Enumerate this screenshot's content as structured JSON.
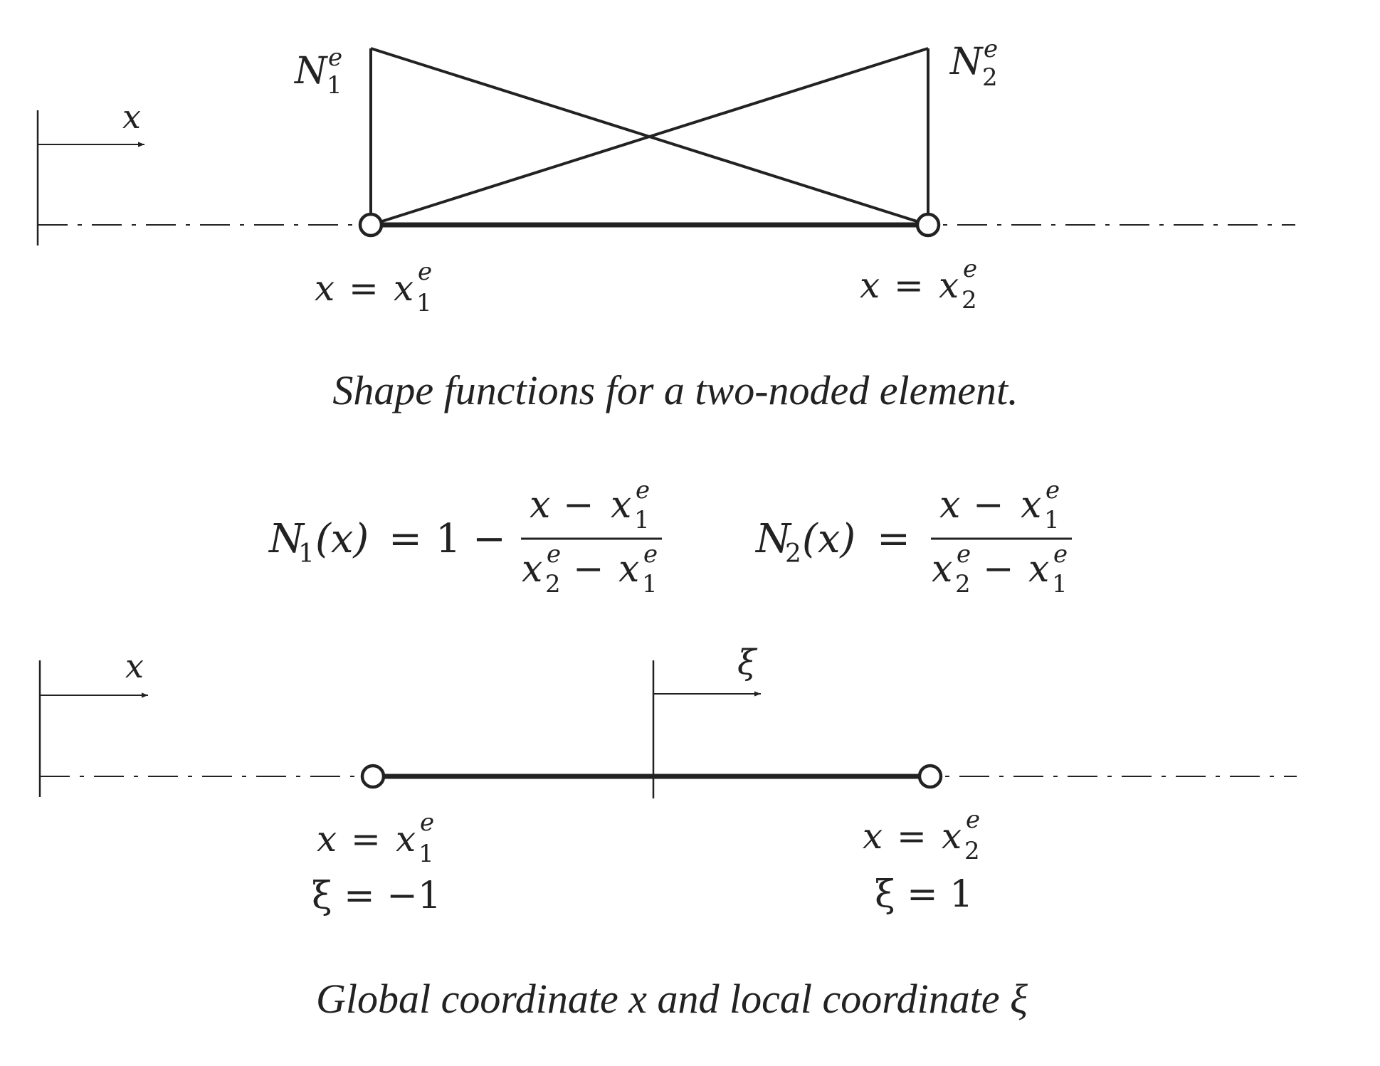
{
  "top_diagram": {
    "axis_label": "x",
    "shape_fn_1": {
      "base": "N",
      "sub": "1",
      "sup": "e"
    },
    "shape_fn_2": {
      "base": "N",
      "sub": "2",
      "sup": "e"
    },
    "node_1_label": {
      "lhs": "x",
      "eq": "=",
      "base": "x",
      "sub": "1",
      "sup": "e"
    },
    "node_2_label": {
      "lhs": "x",
      "eq": "=",
      "base": "x",
      "sub": "2",
      "sup": "e"
    },
    "caption": "Shape functions for a two-noded element."
  },
  "equations": {
    "n1": {
      "lhs_base": "N",
      "lhs_sub": "1",
      "lhs_arg": "(x)",
      "eq": "=",
      "one": "1",
      "minus": "−",
      "num": {
        "a": "x",
        "op": "−",
        "b": "x",
        "b_sub": "1",
        "b_sup": "e"
      },
      "den": {
        "a": "x",
        "a_sub": "2",
        "a_sup": "e",
        "op": "−",
        "b": "x",
        "b_sub": "1",
        "b_sup": "e"
      }
    },
    "n2": {
      "lhs_base": "N",
      "lhs_sub": "2",
      "lhs_arg": "(x)",
      "eq": "=",
      "num": {
        "a": "x",
        "op": "−",
        "b": "x",
        "b_sub": "1",
        "b_sup": "e"
      },
      "den": {
        "a": "x",
        "a_sub": "2",
        "a_sup": "e",
        "op": "−",
        "b": "x",
        "b_sub": "1",
        "b_sup": "e"
      }
    }
  },
  "bottom_diagram": {
    "global_axis_label": "x",
    "local_axis_label": "ξ",
    "node_1_label": {
      "lhs": "x",
      "eq": "=",
      "base": "x",
      "sub": "1",
      "sup": "e"
    },
    "node_1_local": "ξ = −1",
    "node_2_label": {
      "lhs": "x",
      "eq": "=",
      "base": "x",
      "sub": "2",
      "sup": "e"
    },
    "node_2_local": "ξ = 1",
    "caption": "Global coordinate x and local coordinate ξ"
  },
  "colors": {
    "ink": "#222222",
    "background": "#ffffff"
  }
}
